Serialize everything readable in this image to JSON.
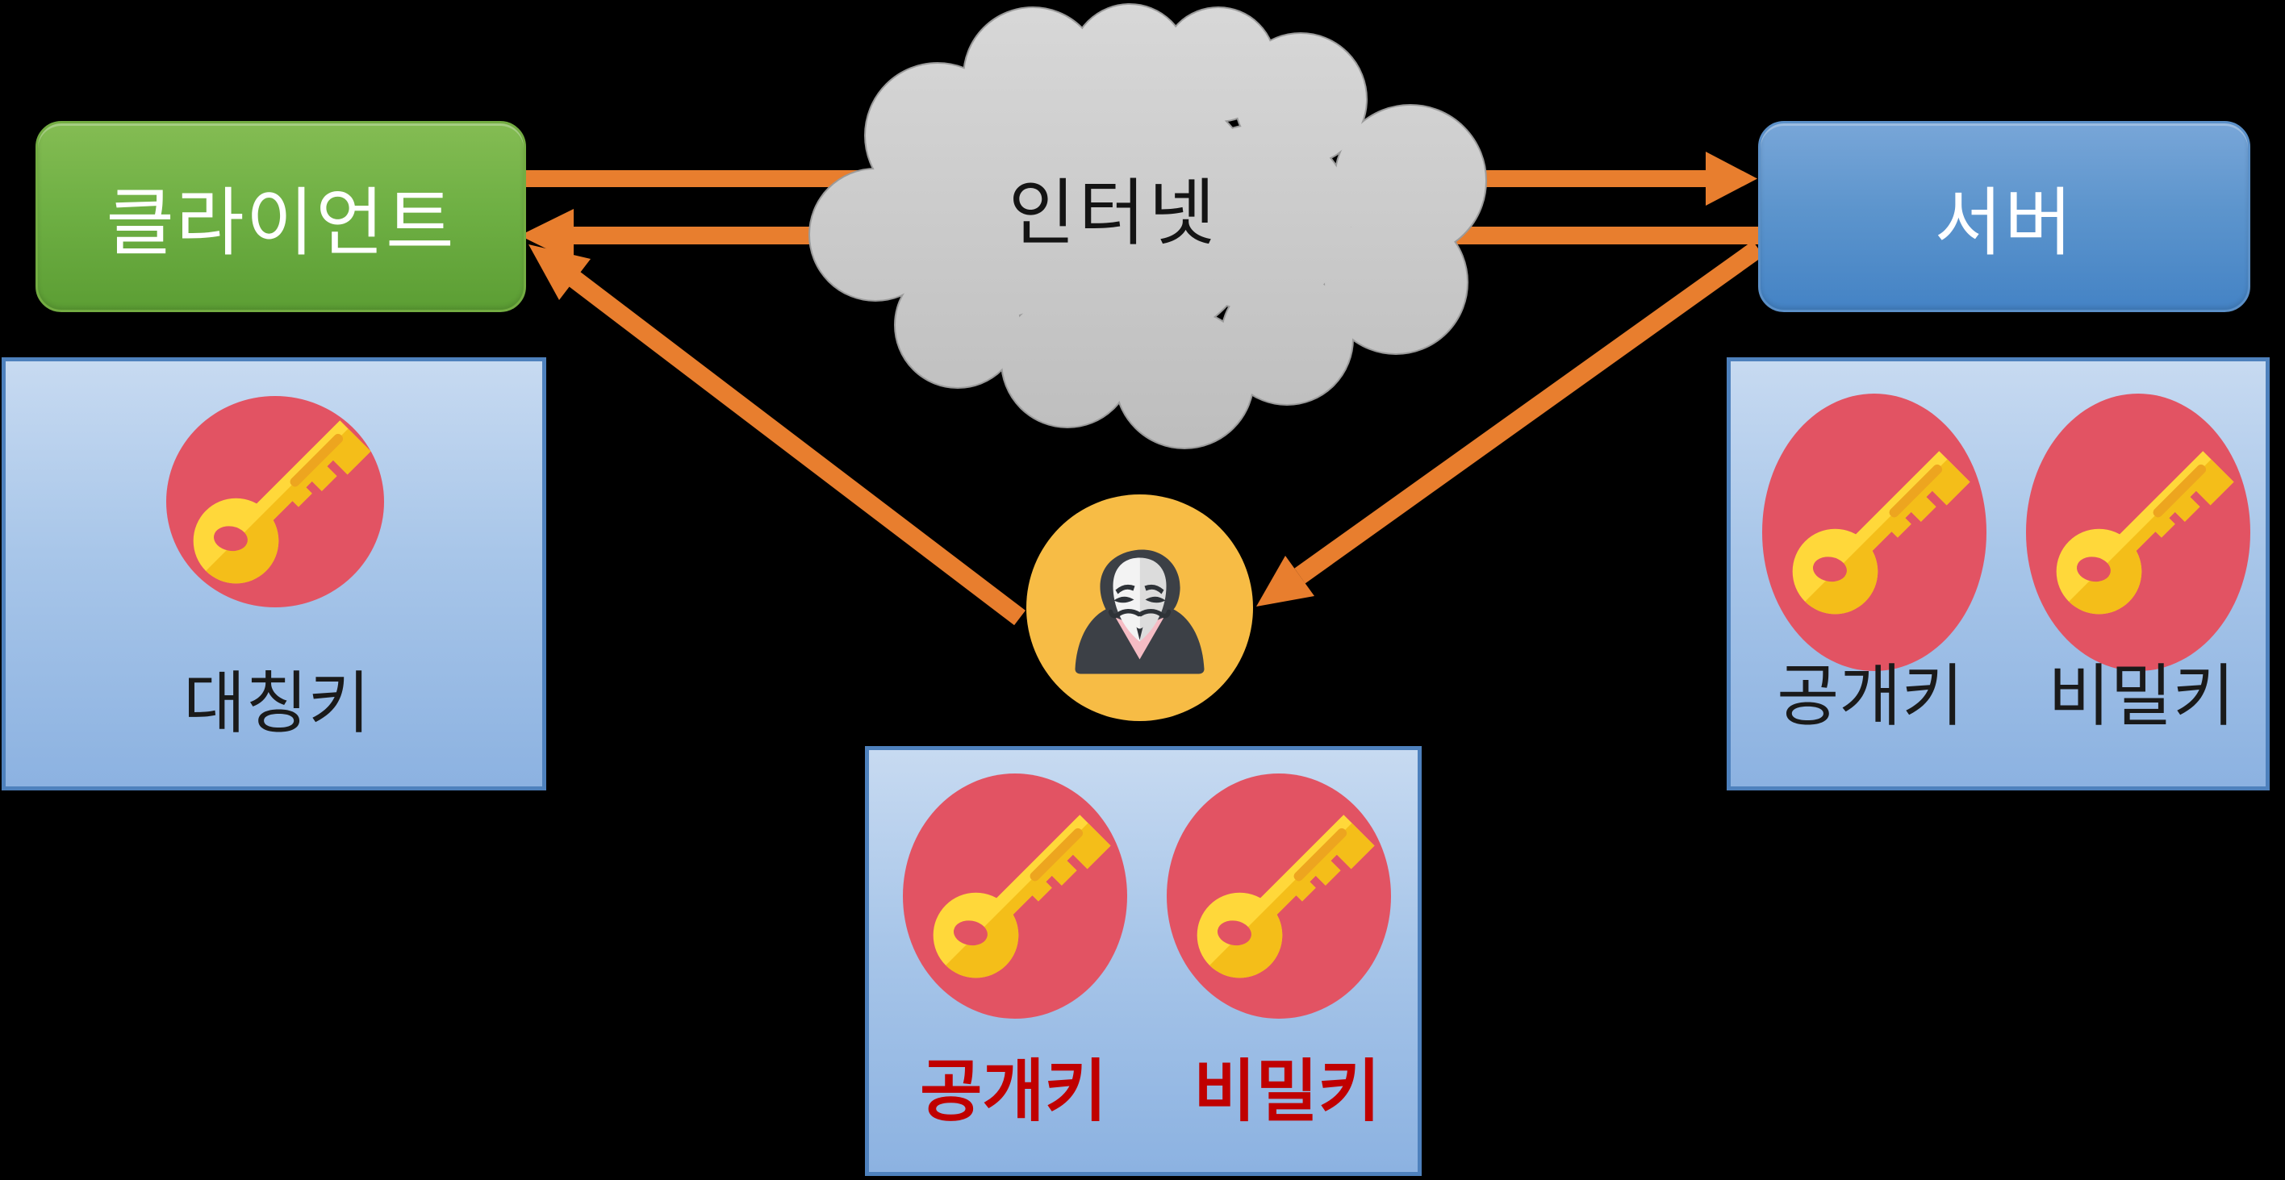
{
  "diagram": {
    "background": "#000000",
    "nodes": {
      "client": {
        "label": "클라이언트",
        "shape": "rounded-rectangle",
        "fill": "green"
      },
      "internet": {
        "label": "인터넷",
        "shape": "cloud",
        "fill": "gray"
      },
      "server": {
        "label": "서버",
        "shape": "rounded-rectangle",
        "fill": "blue"
      },
      "attacker": {
        "icon": "anonymous-hacker-icon",
        "shape": "circle",
        "fill": "amber"
      }
    },
    "key_panels": {
      "client": {
        "key_icons": 1,
        "labels": {
          "key1": "대칭키"
        },
        "label_color": "#1A1A1A",
        "bold": false
      },
      "server": {
        "key_icons": 2,
        "labels": {
          "key1": "공개키",
          "key2": "비밀키"
        },
        "label_color": "#1A1A1A",
        "bold": false
      },
      "attacker": {
        "key_icons": 2,
        "labels": {
          "key1": "공개키",
          "key2": "비밀키"
        },
        "label_color": "#C00000",
        "bold": true
      }
    },
    "connections": [
      {
        "from": "client",
        "to": "server",
        "style": "orange-arrow"
      },
      {
        "from": "server",
        "to": "client",
        "style": "orange-arrow"
      },
      {
        "from": "attacker",
        "to": "client",
        "style": "orange-arrow"
      },
      {
        "from": "server",
        "to": "attacker",
        "style": "orange-arrow"
      }
    ]
  },
  "icons": {
    "key": "key-icon",
    "attacker": "anonymous-hacker-icon",
    "internet": "cloud-shape-icon"
  },
  "colors": {
    "background": "#000000",
    "arrow_orange": "#E87E2E",
    "client_green_top": "#84BC53",
    "client_green_bottom": "#5C9E34",
    "server_blue_top": "#78A6D8",
    "server_blue_bottom": "#4483C5",
    "panel_blue_top": "#C7DAF1",
    "panel_blue_bottom": "#8CB2E1",
    "panel_border": "#4E81BD",
    "key_circle_red": "#E25363",
    "key_yellow_light": "#FFD83A",
    "key_yellow_dark": "#F4BE19",
    "key_slot": "#EDA51F",
    "hacker_circle_amber": "#F7BC45",
    "hacker_hood": "#3C4046",
    "hacker_mask": "#F3F3F3",
    "hacker_mask_shade": "#DCDCDC",
    "hacker_features": "#2E3237",
    "hacker_chin_pink": "#F5BCC4",
    "cloud_fill_top": "#D8D8D8",
    "cloud_fill_bottom": "#BDBDBD",
    "cloud_stroke": "#9B9B9B",
    "node_label_white": "#FFFFFF",
    "panel_label_black": "#1A1A1A",
    "attacker_label_red": "#C00000"
  }
}
